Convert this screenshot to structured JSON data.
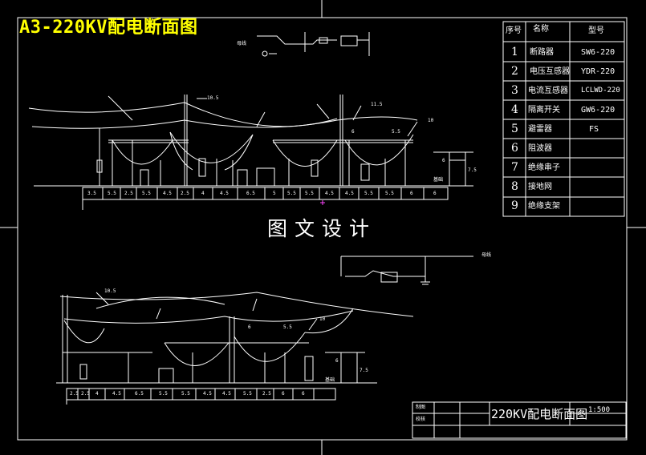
{
  "title": "A3-220KV配电断面图",
  "watermark": "图文设计",
  "legend_table": {
    "headers": {
      "index": "序号",
      "name": "名称",
      "model": "型号"
    },
    "rows": [
      {
        "index": "1",
        "name": "断路器",
        "model": "SW6-220"
      },
      {
        "index": "2",
        "name": "电压互感器",
        "model": "YDR-220"
      },
      {
        "index": "3",
        "name": "电流互感器",
        "model": "LCLWD-220"
      },
      {
        "index": "4",
        "name": "隔离开关",
        "model": "GW6-220"
      },
      {
        "index": "5",
        "name": "避雷器",
        "model": "FS"
      },
      {
        "index": "6",
        "name": "阻波器",
        "model": ""
      },
      {
        "index": "7",
        "name": "绝缘串子",
        "model": ""
      },
      {
        "index": "8",
        "name": "接地网",
        "model": ""
      },
      {
        "index": "9",
        "name": "绝缘支架",
        "model": ""
      }
    ]
  },
  "title_block": {
    "drawing_name": "220KV配电断面图",
    "scale": "1:500",
    "row1_label": "制图",
    "row2_label": "校核"
  },
  "top_section": {
    "dims": [
      "3.5",
      "5.5",
      "2.5",
      "5.5",
      "4.5",
      "2.5",
      "4",
      "4.5",
      "6.5",
      "5",
      "5.5",
      "5.5",
      "4.5",
      "4.5",
      "5.5",
      "5.5",
      "6",
      "6"
    ],
    "labels": {
      "busbar": "母线",
      "h1": "10.5",
      "h2": "11.5",
      "h3": "6",
      "h4": "5.5",
      "h5": "10",
      "v1": "6",
      "v2": "7.5",
      "base": "基础"
    }
  },
  "bottom_section": {
    "dims": [
      "2.5",
      "2.5",
      "4",
      "4.5",
      "6.5",
      "5.5",
      "5.5",
      "4.5",
      "4.5",
      "5.5",
      "2.5",
      "6",
      "6"
    ],
    "labels": {
      "busbar": "母线",
      "h1": "10.5",
      "h2": "6",
      "h3": "5.5",
      "h4": "10",
      "v1": "6",
      "v2": "7.5",
      "base": "基础"
    }
  },
  "colors": {
    "line": "#ffffff",
    "title": "#ffff00",
    "marker": "#ff44ff"
  }
}
